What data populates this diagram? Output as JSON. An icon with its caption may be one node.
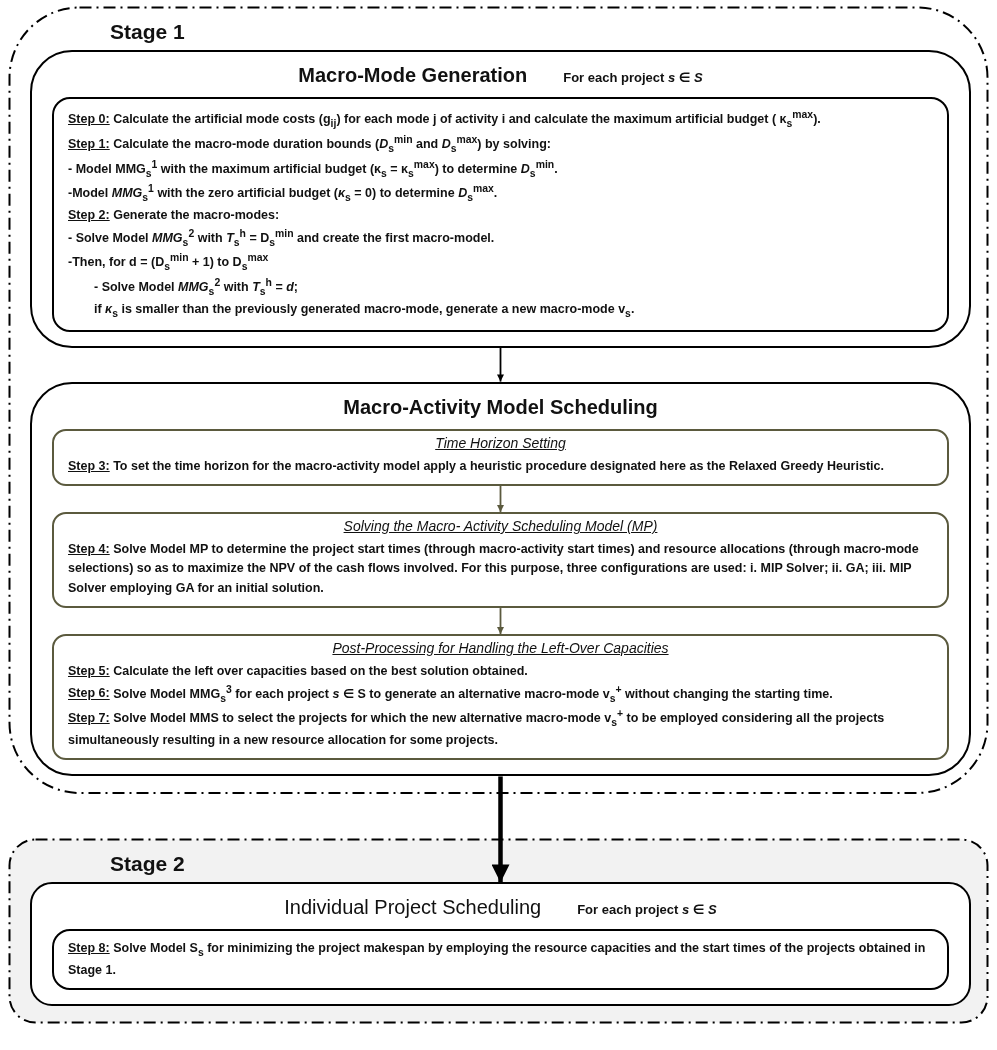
{
  "diagram": {
    "nodes": [
      {
        "text": [
          "Stage 1"
        ]
      },
      {
        "text": [
          "Macro-Mode Generation",
          "For each project *s* ∈ *S*"
        ],
        "in": 0
      },
      {
        "text": [
          "Step 0: Calculate the artificial mode costs (g$_{ij}$) for each mode j of activity i and calculate the maximum artificial budget ( κ$_{s}$$^{max}$).",
          "Step 1: Calculate the macro-mode duration bounds (*D*$_{s}$$^{min}$ and *D*$_{s}$$^{max}$) by solving:",
          "- Model MMG$_{s}$$^{1}$ with the maximum artificial budget (κ$_{s}$ = κ$_{s}$$^{max}$) to determine *D*$_{s}$$^{min}$.",
          "-Model *MMG*$_{s}$$^{1}$ with the zero artificial budget (*κ*$_{s}$ = 0) to determine *D*$_{s}$$^{max}$.",
          "Step 2: Generate the macro-modes:",
          "- Solve Model *MMG*$_{s}$$^{2}$ with *T*$_{s}$$^{h}$ = D$_{s}$$^{min}$ and create the first macro-model.",
          "-Then, for d = (D$_{s}$$^{min}$ + 1) to D$_{s}$$^{max}$",
          "- Solve Model *MMG*$_{s}$$^{2}$ with *T*$_{s}$$^{h}$ = *d*;",
          "if *κ*$_{s}$ is smaller than the previously generated macro-mode, generate a new macro-mode v$_{s}$."
        ],
        "in": 1
      },
      {
        "text": [
          "Macro-Activity Model Scheduling"
        ],
        "in": 0
      },
      {
        "text": [
          "Time Horizon Setting",
          "Step 3: To set the time horizon for the macro-activity model apply a heuristic procedure designated here as the Relaxed Greedy Heuristic."
        ],
        "in": 3
      },
      {
        "text": [
          "Solving the Macro- Activity Scheduling Model (MP)",
          "Step 4: Solve Model MP to determine the project start times (through macro-activity start times) and resource allocations (through macro-mode selections) so as to maximize the NPV of the cash flows involved. For this purpose, three configurations are used: i. MIP Solver; ii. GA; iii. MIP Solver employing GA for an initial solution."
        ],
        "in": 3
      },
      {
        "text": [
          "Post-Processing for Handling the Left-Over Capacities",
          "Step 5: Calculate the left over capacities based on the best solution obtained.",
          "Step 6: Solve Model MMG$_{s}$$^{3}$ for each project *s* ∈ S to generate an alternative macro-mode v$_{s}$$^{+}$ without changing the starting time.",
          "Step 7: Solve Model MMS to select the projects for which the new alternative macro-mode v$_{s}$$^{+}$ to be employed considering all the projects simultaneously resulting in a new resource allocation for some projects."
        ],
        "in": 3
      },
      {
        "text": [
          "Stage 2"
        ]
      },
      {
        "text": [
          "Individual Project Scheduling",
          "For each project *s* ∈ *S*"
        ],
        "in": 7
      },
      {
        "text": [
          "Step 8: Solve Model S$_{s}$ for minimizing the project makespan by employing the resource capacities and the start times of the projects obtained in Stage 1."
        ],
        "in": 8
      }
    ],
    "edges": [
      {
        "from": 1,
        "to": 3,
        "arrow": "to"
      },
      {
        "from": 4,
        "to": 5,
        "arrow": "to",
        "color": "#5b5a3e"
      },
      {
        "from": 5,
        "to": 6,
        "arrow": "to",
        "color": "#5b5a3e"
      },
      {
        "from": 3,
        "to": 8,
        "arrow": "to",
        "style": "thick"
      }
    ]
  }
}
